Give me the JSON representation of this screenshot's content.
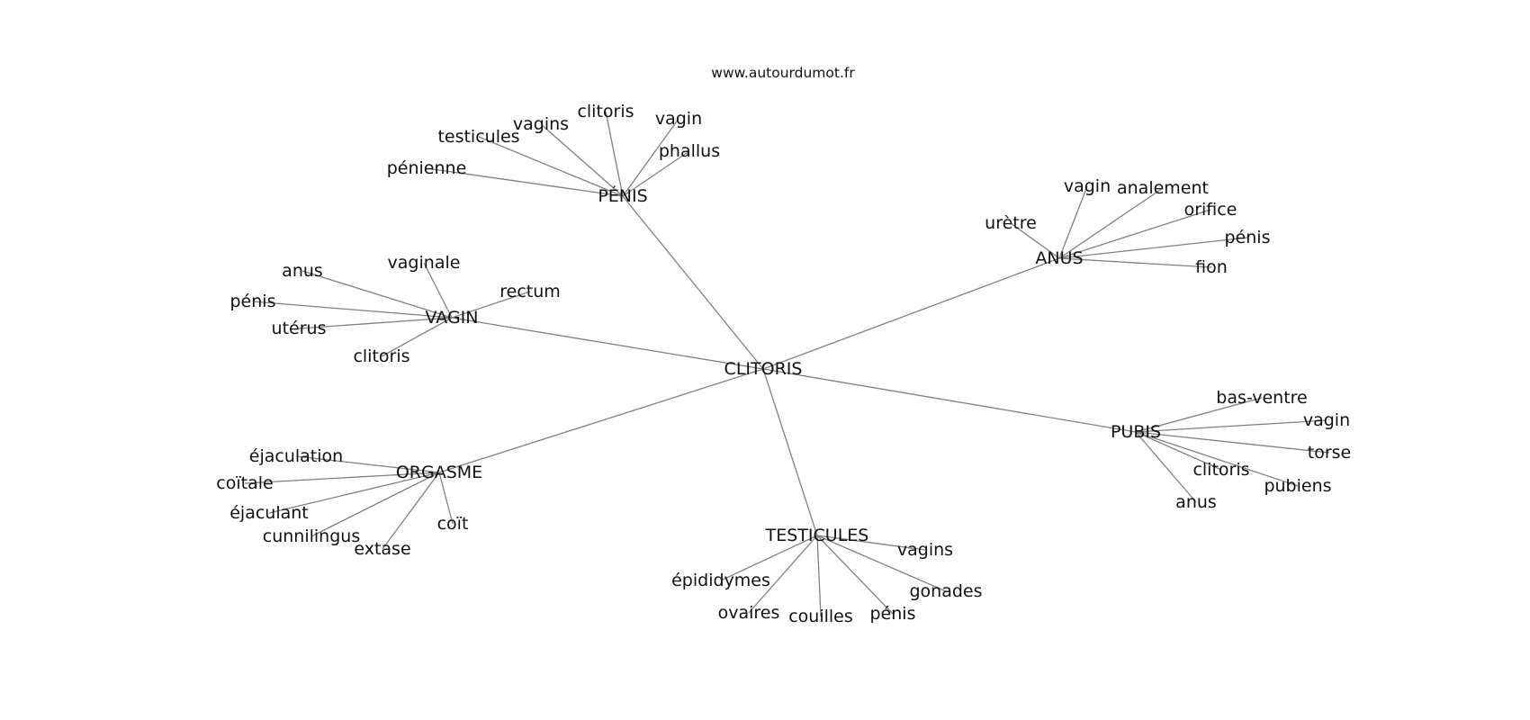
{
  "source": "www.autourdumot.fr",
  "root": "CLITORIS",
  "groups": [
    {
      "hub": "PÉNIS",
      "leaves": [
        "vagins",
        "clitoris",
        "vagin",
        "testicules",
        "phallus",
        "pénienne"
      ]
    },
    {
      "hub": "VAGIN",
      "leaves": [
        "vaginale",
        "anus",
        "rectum",
        "pénis",
        "utérus",
        "clitoris"
      ]
    },
    {
      "hub": "ANUS",
      "leaves": [
        "vagin",
        "analement",
        "orifice",
        "urètre",
        "pénis",
        "fion"
      ]
    },
    {
      "hub": "PUBIS",
      "leaves": [
        "bas-ventre",
        "vagin",
        "torse",
        "clitoris",
        "pubiens",
        "anus"
      ]
    },
    {
      "hub": "ORGASME",
      "leaves": [
        "éjaculation",
        "coïtale",
        "éjaculant",
        "cunnilingus",
        "coït",
        "extase"
      ]
    },
    {
      "hub": "TESTICULES",
      "leaves": [
        "vagins",
        "épididymes",
        "gonades",
        "ovaires",
        "couilles",
        "pénis"
      ]
    }
  ]
}
